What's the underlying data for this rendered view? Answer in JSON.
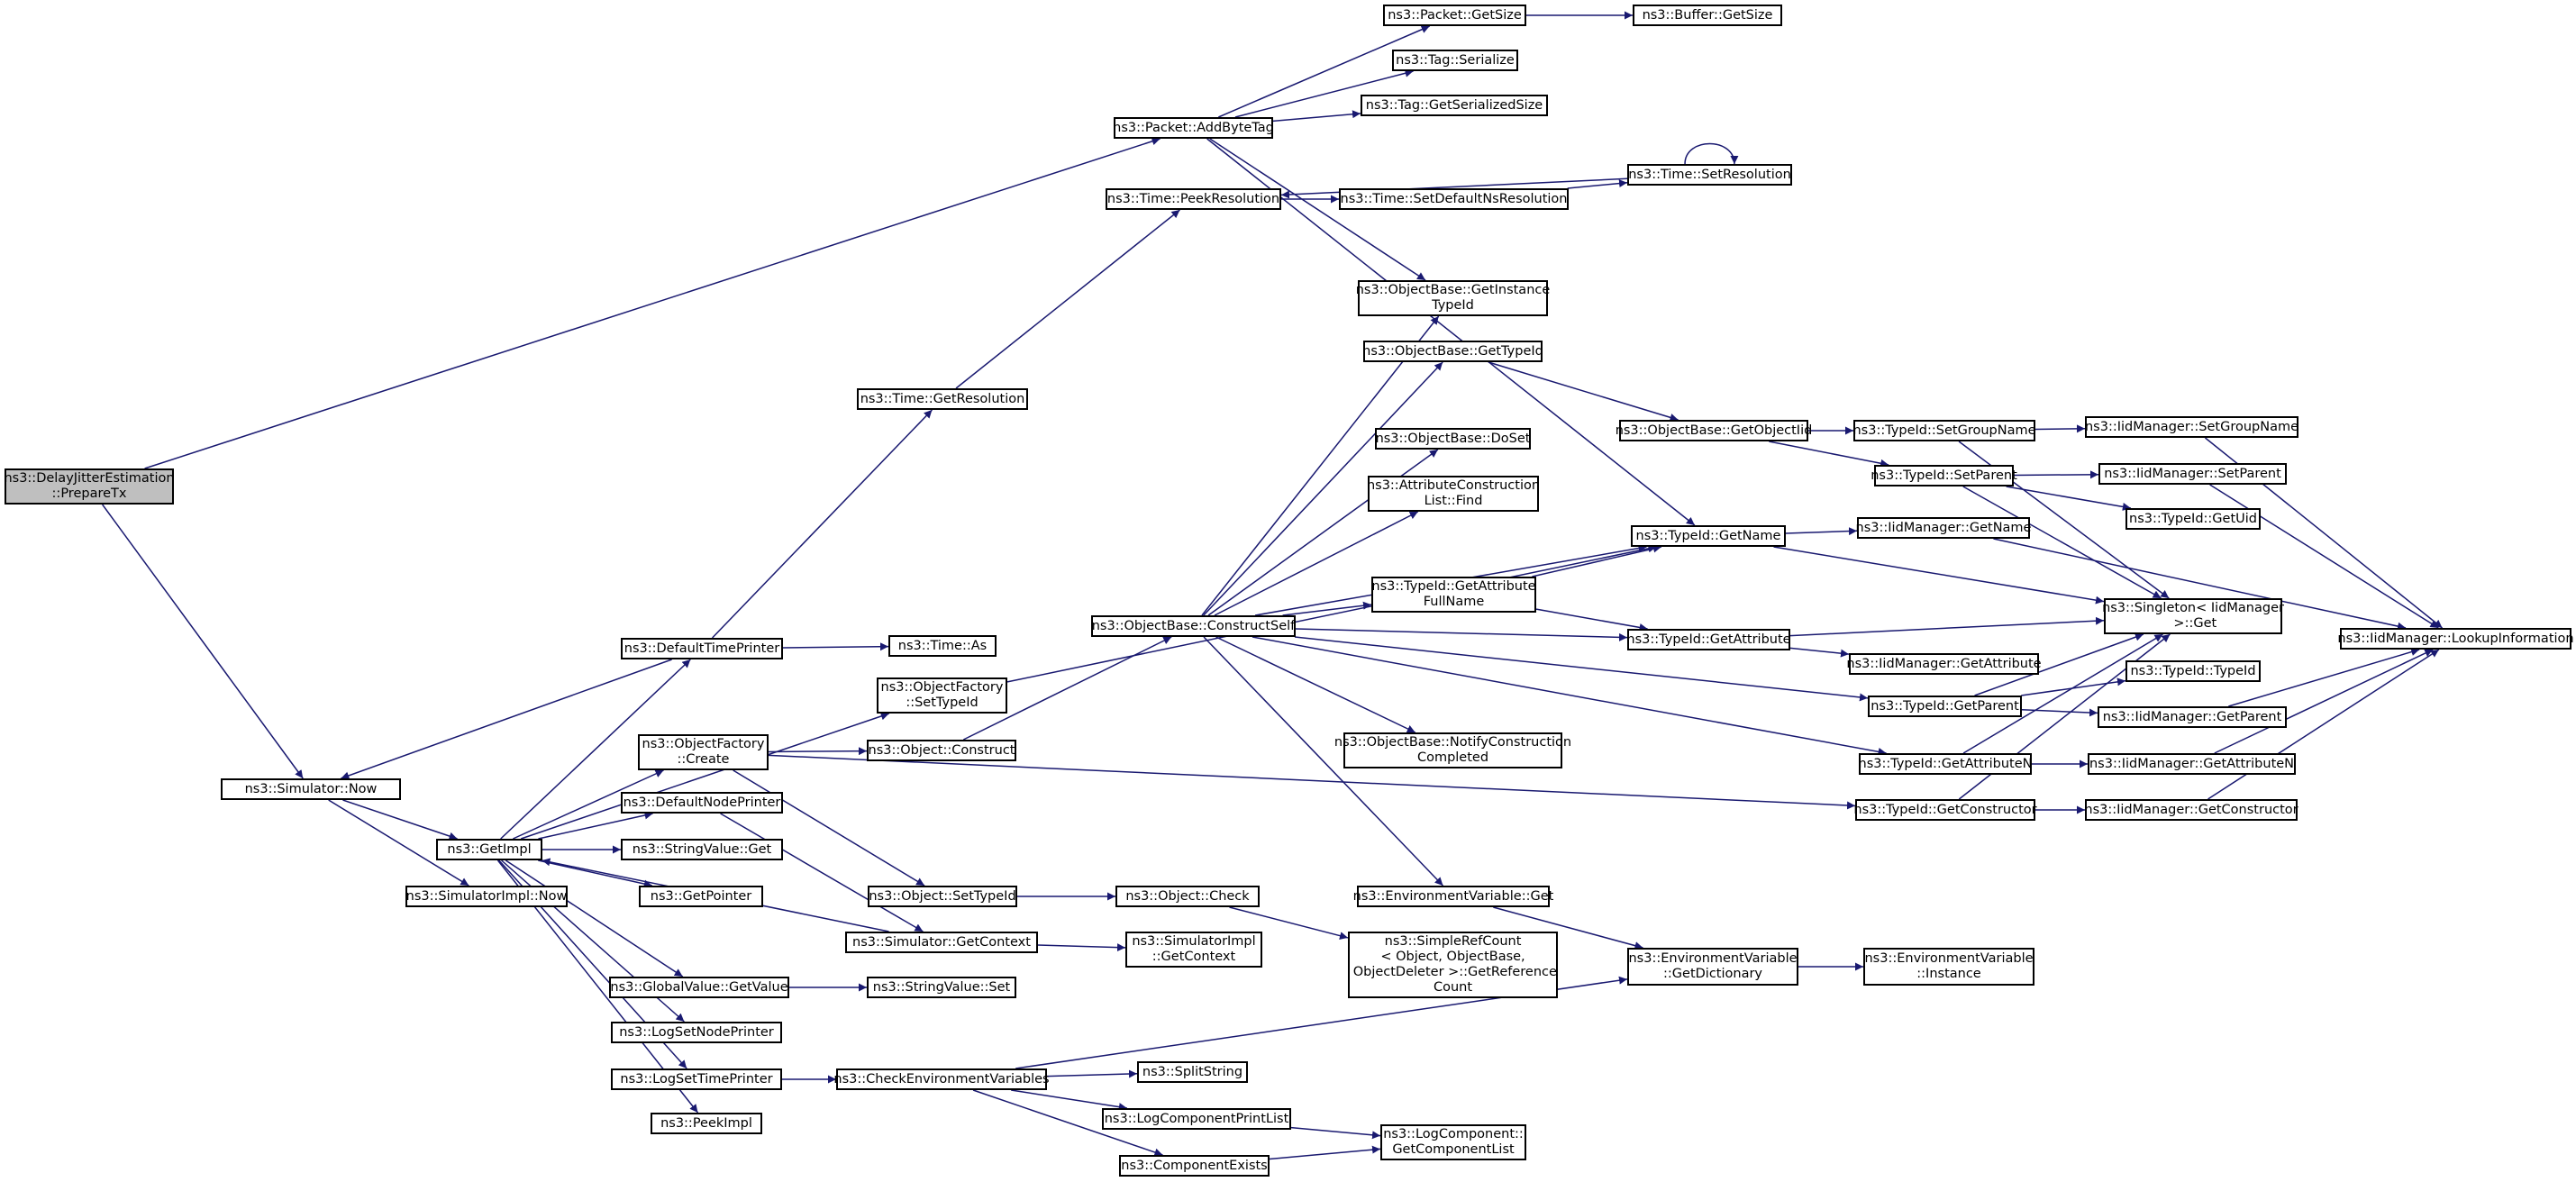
{
  "colors": {
    "edge": "#191970",
    "node_border": "#000000",
    "root_fill": "#bfbfbf",
    "node_fill": "#ffffff"
  },
  "nodes": {
    "root": "ns3::DelayJitterEstimation\n::PrepareTx",
    "packet_addbytetag": "ns3::Packet::AddByteTag",
    "packet_getsize": "ns3::Packet::GetSize",
    "buffer_getsize": "ns3::Buffer::GetSize",
    "tag_serialize": "ns3::Tag::Serialize",
    "tag_getserializedsize": "ns3::Tag::GetSerializedSize",
    "time_setresolution": "ns3::Time::SetResolution",
    "time_peekresolution": "ns3::Time::PeekResolution",
    "time_setdefaultnsresolution": "ns3::Time::SetDefaultNsResolution",
    "objectbase_getinstancetypeid": "ns3::ObjectBase::GetInstance\nTypeId",
    "objectbase_gettypeid": "ns3::ObjectBase::GetTypeId",
    "time_getresolution": "ns3::Time::GetResolution",
    "objectbase_getobjectiid": "ns3::ObjectBase::GetObjectIid",
    "typeid_setgroupname": "ns3::TypeId::SetGroupName",
    "iidmanager_setgroupname": "ns3::IidManager::SetGroupName",
    "objectbase_doset": "ns3::ObjectBase::DoSet",
    "typeid_setparent": "ns3::TypeId::SetParent",
    "iidmanager_setparent": "ns3::IidManager::SetParent",
    "attributeconstructionlist_find": "ns3::AttributeConstruction\nList::Find",
    "typeid_getuid": "ns3::TypeId::GetUid",
    "typeid_getname": "ns3::TypeId::GetName",
    "iidmanager_getname": "ns3::IidManager::GetName",
    "typeid_getattributefullname": "ns3::TypeId::GetAttribute\nFullName",
    "singleton_get": "ns3::Singleton< IidManager\n >::Get",
    "objectbase_constructself": "ns3::ObjectBase::ConstructSelf",
    "iidmanager_lookupinformation": "ns3::IidManager::LookupInformation",
    "defaulttimeprinter": "ns3::DefaultTimePrinter",
    "time_as": "ns3::Time::As",
    "typeid_getattribute": "ns3::TypeId::GetAttribute",
    "objectfactory_settypeid": "ns3::ObjectFactory\n::SetTypeId",
    "iidmanager_getattribute": "ns3::IidManager::GetAttribute",
    "typeid_typeid": "ns3::TypeId::TypeId",
    "typeid_getparent": "ns3::TypeId::GetParent",
    "iidmanager_getparent": "ns3::IidManager::GetParent",
    "objectfactory_create": "ns3::ObjectFactory\n::Create",
    "object_construct": "ns3::Object::Construct",
    "objectbase_notifyconstructioncompleted": "ns3::ObjectBase::NotifyConstruction\nCompleted",
    "simulator_now": "ns3::Simulator::Now",
    "typeid_getattributen": "ns3::TypeId::GetAttributeN",
    "iidmanager_getattributen": "ns3::IidManager::GetAttributeN",
    "defaultnodeprinter": "ns3::DefaultNodePrinter",
    "getimpl": "ns3::GetImpl",
    "typeid_getconstructor": "ns3::TypeId::GetConstructor",
    "iidmanager_getconstructor": "ns3::IidManager::GetConstructor",
    "stringvalue_get": "ns3::StringValue::Get",
    "simulatorimpl_now": "ns3::SimulatorImpl::Now",
    "getpointer": "ns3::GetPointer",
    "object_settypeid": "ns3::Object::SetTypeId",
    "object_check": "ns3::Object::Check",
    "environmentvariable_get": "ns3::EnvironmentVariable::Get",
    "simulator_getcontext": "ns3::Simulator::GetContext",
    "simulatorimpl_getcontext": "ns3::SimulatorImpl\n::GetContext",
    "simplerefcount_getreferencecount": "ns3::SimpleRefCount\n< Object, ObjectBase,\n ObjectDeleter >::GetReference\nCount",
    "environmentvariable_getdictionary": "ns3::EnvironmentVariable\n::GetDictionary",
    "environmentvariable_instance": "ns3::EnvironmentVariable\n::Instance",
    "globalvalue_getvalue": "ns3::GlobalValue::GetValue",
    "stringvalue_set": "ns3::StringValue::Set",
    "logsetnodeprinter": "ns3::LogSetNodePrinter",
    "logsettimeprinter": "ns3::LogSetTimePrinter",
    "checkenvironmentvariables": "ns3::CheckEnvironmentVariables",
    "splitstring": "ns3::SplitString",
    "logcomponentprintlist": "ns3::LogComponentPrintList",
    "logcomponent_getcomponentlist": "ns3::LogComponent::\nGetComponentList",
    "peekimpl": "ns3::PeekImpl",
    "componentexists": "ns3::ComponentExists"
  }
}
